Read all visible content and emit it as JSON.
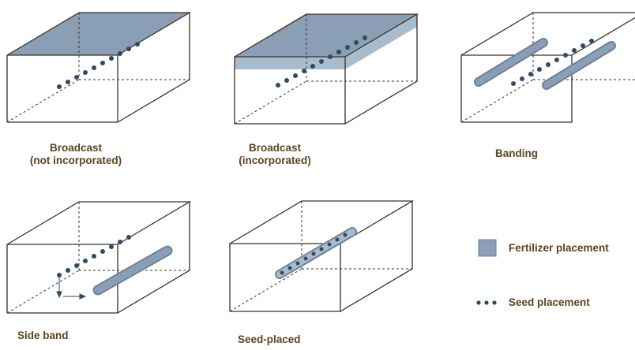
{
  "colors": {
    "fertilizer": "#8a9fb6",
    "fertilizer_edge": "#6d8298",
    "seed": "#2f4a64",
    "box_edge": "#3a3024",
    "label_text": "#5a4520"
  },
  "diagrams": [
    {
      "id": "broadcast-not-incorporated",
      "label_line1": "Broadcast",
      "label_line2": "(not incorporated)"
    },
    {
      "id": "broadcast-incorporated",
      "label_line1": "Broadcast",
      "label_line2": "(incorporated)"
    },
    {
      "id": "banding",
      "label_line1": "Banding",
      "label_line2": ""
    },
    {
      "id": "side-band",
      "label_line1": "Side band",
      "label_line2": ""
    },
    {
      "id": "seed-placed",
      "label_line1": "Seed-placed",
      "label_line2": ""
    }
  ],
  "legend": {
    "fertilizer_label": "Fertilizer placement",
    "seed_label": "Seed placement",
    "fertilizer_icon": "fertilizer-swatch",
    "seed_icon": "seed-dots"
  }
}
